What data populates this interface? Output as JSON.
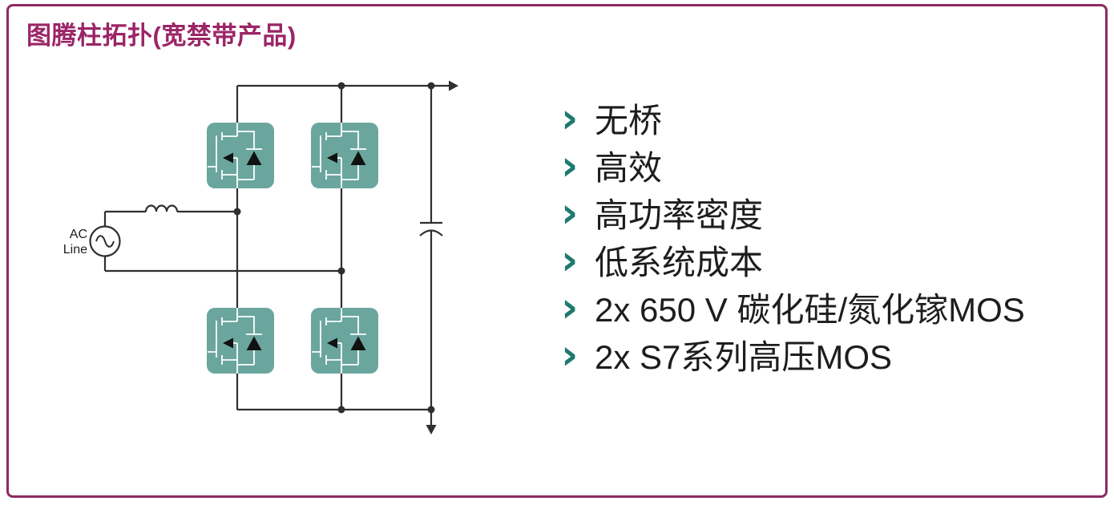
{
  "panel": {
    "title": "图腾柱拓扑(宽禁带产品)"
  },
  "features": {
    "marker": "›",
    "items": [
      {
        "label": "无桥"
      },
      {
        "label": "高效"
      },
      {
        "label": "高功率密度"
      },
      {
        "label": "低系统成本"
      },
      {
        "label": "2x 650 V 碳化硅/氮化镓MOS"
      },
      {
        "label": "2x S7系列高压MOS"
      }
    ]
  },
  "circuit": {
    "ac_label": [
      "AC",
      "Line"
    ]
  },
  "colors": {
    "accent_magenta": "#9b2567",
    "border_magenta": "#8e2a62",
    "device_teal": "#6aa69d",
    "marker_teal": "#1e7a6f",
    "wire": "#2f2f2f",
    "text": "#1d1d1b"
  }
}
